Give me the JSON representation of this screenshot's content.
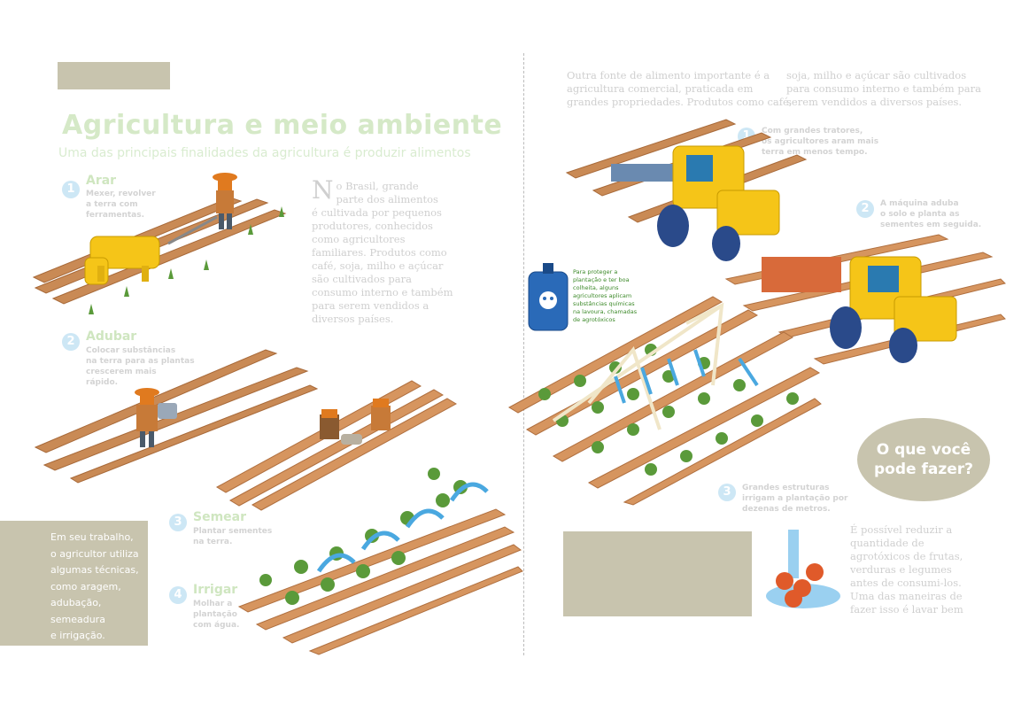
{
  "header": {
    "title": "Agricultura e meio ambiente",
    "subtitle": "Uma das principais finalidades da agricultura é produzir alimentos"
  },
  "steps_left": [
    {
      "num": "1",
      "title": "Arar",
      "desc": [
        "Mexer, revolver",
        "a terra com",
        "ferramentas."
      ]
    },
    {
      "num": "2",
      "title": "Adubar",
      "desc": [
        "Colocar substâncias",
        "na terra para as plantas",
        "crescerem  mais",
        "rápido."
      ]
    },
    {
      "num": "3",
      "title": "Semear",
      "desc": [
        "Plantar sementes",
        "na terra."
      ]
    },
    {
      "num": "4",
      "title": "Irrigar",
      "desc": [
        "Molhar a",
        "plantação",
        "com água."
      ]
    }
  ],
  "intro": {
    "dropcap": "N",
    "lines": [
      "o Brasil, grande",
      "parte dos alimentos",
      "é cultivada por pequenos",
      "produtores, conhecidos",
      "como agricultores",
      "familiares. Produtos como",
      "café, soja, milho e açúcar",
      "são cultivados para",
      "consumo interno e também",
      "para serem vendidos a",
      "diversos países."
    ]
  },
  "sidebox": {
    "lines": [
      "Em seu trabalho,",
      "o agricultor utiliza",
      "algumas técnicas,",
      "como aragem,",
      "adubação,",
      "semeadura",
      "e irrigação."
    ]
  },
  "commercial": {
    "col1": [
      "Outra fonte de alimento importante é a",
      "agricultura comercial, praticada em",
      "grandes propriedades. Produtos como café,"
    ],
    "col2": [
      "soja, milho e açúcar são cultivados",
      "para consumo interno e também para",
      "serem vendidos a diversos países."
    ]
  },
  "steps_right": [
    {
      "num": "1",
      "desc": [
        "Com grandes tratores,",
        "os agricultores aram mais",
        "terra em menos tempo."
      ]
    },
    {
      "num": "2",
      "desc": [
        "A máquina aduba",
        "o solo e planta as",
        "sementes em seguida."
      ]
    },
    {
      "num": "3",
      "desc": [
        "Grandes estruturas",
        "irrigam a plantação por",
        "dezenas de metros."
      ]
    }
  ],
  "agrotoxic_note": [
    "Para proteger a",
    "plantação e ter boa",
    "colheita, alguns",
    "agricultores aplicam",
    "substâncias químicas",
    "na lavoura, chamadas",
    "de agrotóxicos"
  ],
  "question": {
    "line1": "O que você",
    "line2": "pode fazer?"
  },
  "tip": {
    "lines": [
      "É possível reduzir a",
      "quantidade de",
      "agrotóxicos de frutas,",
      "verduras e legumes",
      "antes de consumi-los.",
      "Uma das maneiras de",
      "fazer isso é lavar bem"
    ]
  },
  "colors": {
    "accent_green": "#cfe6c0",
    "badge_blue": "#cde7f5",
    "box_tan": "#c8c4ae",
    "soil": "#c98a55",
    "plant": "#5a9a3a",
    "water": "#4aa8e0",
    "tractor": "#f5c518"
  }
}
